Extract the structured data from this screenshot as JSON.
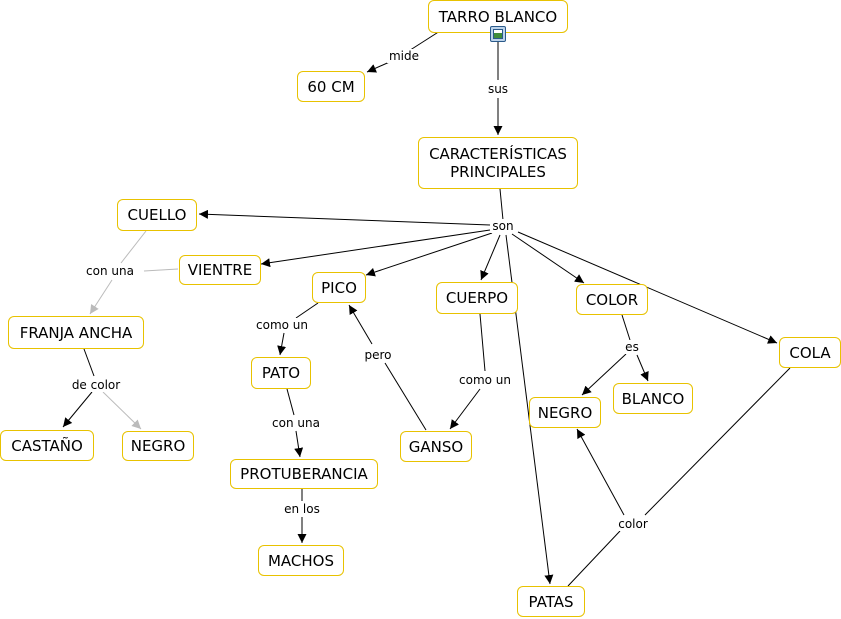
{
  "nodes": {
    "tarro_blanco": "TARRO BLANCO",
    "sesenta_cm": "60 CM",
    "caracteristicas_l1": "CARACTERÍSTICAS",
    "caracteristicas_l2": "PRINCIPALES",
    "cuello": "CUELLO",
    "vientre": "VIENTRE",
    "pico": "PICO",
    "cuerpo": "CUERPO",
    "color": "COLOR",
    "cola": "COLA",
    "franja_ancha": "FRANJA ANCHA",
    "pato": "PATO",
    "negro_color": "NEGRO",
    "blanco": "BLANCO",
    "castano": "CASTAÑO",
    "negro_franja": "NEGRO",
    "ganso": "GANSO",
    "protuberancia": "PROTUBERANCIA",
    "machos": "MACHOS",
    "patas": "PATAS"
  },
  "links": {
    "mide": "mide",
    "sus": "sus",
    "son": "son",
    "con_una_vientre": "con una",
    "de_color": "de color",
    "como_un_pico": "como un",
    "pero": "pero",
    "como_un_cuerpo": "como un",
    "es": "es",
    "con_una_pato": "con una",
    "en_los": "en los",
    "color_link": "color"
  },
  "icons": {
    "attached_image": "image-resource-icon"
  },
  "colors": {
    "node_border": "#e8c200",
    "arrow_black": "#000000",
    "arrow_grey": "#bbbbbb"
  }
}
